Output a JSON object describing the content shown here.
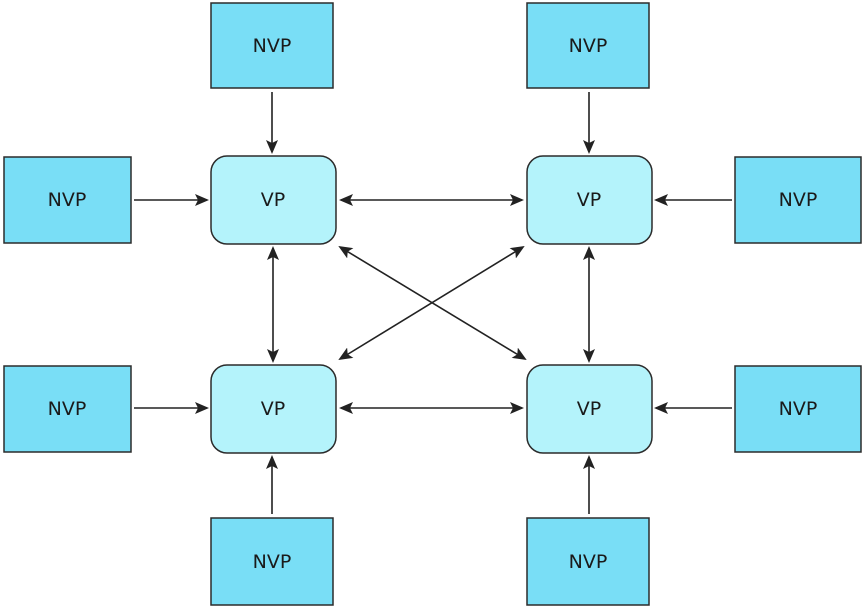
{
  "colors": {
    "nvp_fill": "#79def6",
    "vp_fill": "#b4f3fb",
    "stroke": "#2b2b2b",
    "arrow": "#222222"
  },
  "nodes": {
    "nvp_top_left": "NVP",
    "nvp_top_right": "NVP",
    "nvp_left_upper": "NVP",
    "nvp_right_upper": "NVP",
    "nvp_left_lower": "NVP",
    "nvp_right_lower": "NVP",
    "nvp_bottom_left": "NVP",
    "nvp_bottom_right": "NVP",
    "vp_top_left": "VP",
    "vp_top_right": "VP",
    "vp_bottom_left": "VP",
    "vp_bottom_right": "VP"
  },
  "edges": [
    {
      "from": "nvp_top_left",
      "to": "vp_top_left",
      "direction": "one-way"
    },
    {
      "from": "nvp_left_upper",
      "to": "vp_top_left",
      "direction": "one-way"
    },
    {
      "from": "nvp_top_right",
      "to": "vp_top_right",
      "direction": "one-way"
    },
    {
      "from": "nvp_right_upper",
      "to": "vp_top_right",
      "direction": "one-way"
    },
    {
      "from": "nvp_left_lower",
      "to": "vp_bottom_left",
      "direction": "one-way"
    },
    {
      "from": "nvp_bottom_left",
      "to": "vp_bottom_left",
      "direction": "one-way"
    },
    {
      "from": "nvp_right_lower",
      "to": "vp_bottom_right",
      "direction": "one-way"
    },
    {
      "from": "nvp_bottom_right",
      "to": "vp_bottom_right",
      "direction": "one-way"
    },
    {
      "from": "vp_top_left",
      "to": "vp_top_right",
      "direction": "two-way"
    },
    {
      "from": "vp_bottom_left",
      "to": "vp_bottom_right",
      "direction": "two-way"
    },
    {
      "from": "vp_top_left",
      "to": "vp_bottom_left",
      "direction": "two-way"
    },
    {
      "from": "vp_top_right",
      "to": "vp_bottom_right",
      "direction": "two-way"
    },
    {
      "from": "vp_top_left",
      "to": "vp_bottom_right",
      "direction": "two-way"
    },
    {
      "from": "vp_top_right",
      "to": "vp_bottom_left",
      "direction": "two-way"
    }
  ]
}
